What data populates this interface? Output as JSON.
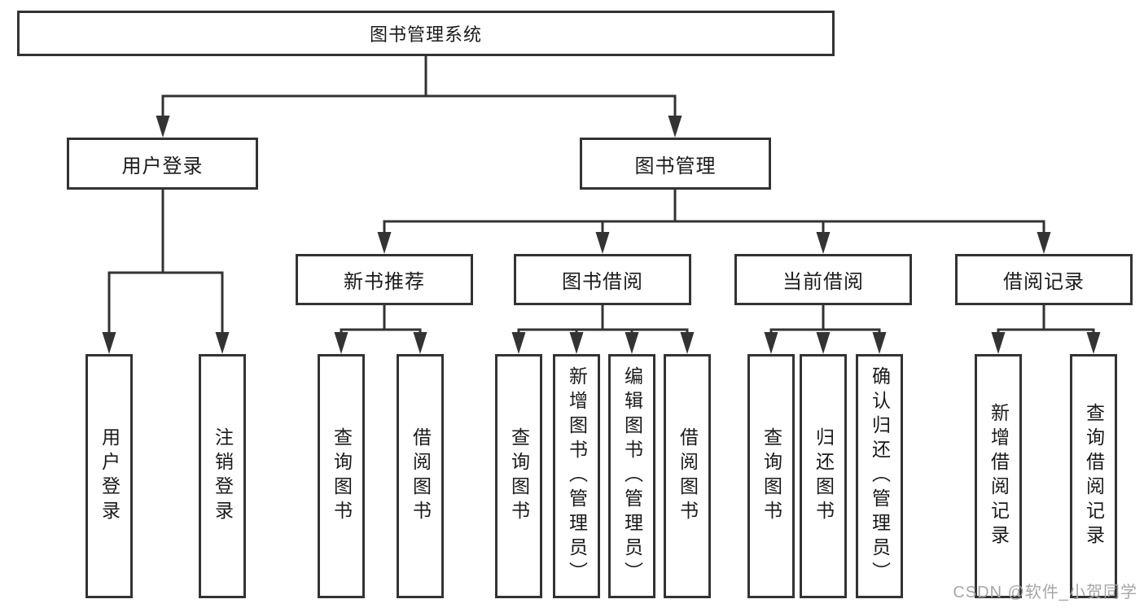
{
  "diagram_title": "图书管理系统",
  "watermark": "CSDN @软件_小贺同学",
  "colors": {
    "line": "#333333",
    "text": "#1a1a1a",
    "watermark": "#a6a6a6",
    "background": "#ffffff"
  },
  "tree": {
    "label": "图书管理系统",
    "children": [
      {
        "label": "用户登录",
        "children": [
          {
            "label": "用户登录"
          },
          {
            "label": "注销登录"
          }
        ]
      },
      {
        "label": "图书管理",
        "children": [
          {
            "label": "新书推荐",
            "children": [
              {
                "label": "查询图书"
              },
              {
                "label": "借阅图书"
              }
            ]
          },
          {
            "label": "图书借阅",
            "children": [
              {
                "label": "查询图书"
              },
              {
                "label": "新增图书（管理员）"
              },
              {
                "label": "编辑图书（管理员）"
              },
              {
                "label": "借阅图书"
              }
            ]
          },
          {
            "label": "当前借阅",
            "children": [
              {
                "label": "查询图书"
              },
              {
                "label": "归还图书"
              },
              {
                "label": "确认归还（管理员）"
              }
            ]
          },
          {
            "label": "借阅记录",
            "children": [
              {
                "label": "新增借阅记录"
              },
              {
                "label": "查询借阅记录"
              }
            ]
          }
        ]
      }
    ]
  }
}
